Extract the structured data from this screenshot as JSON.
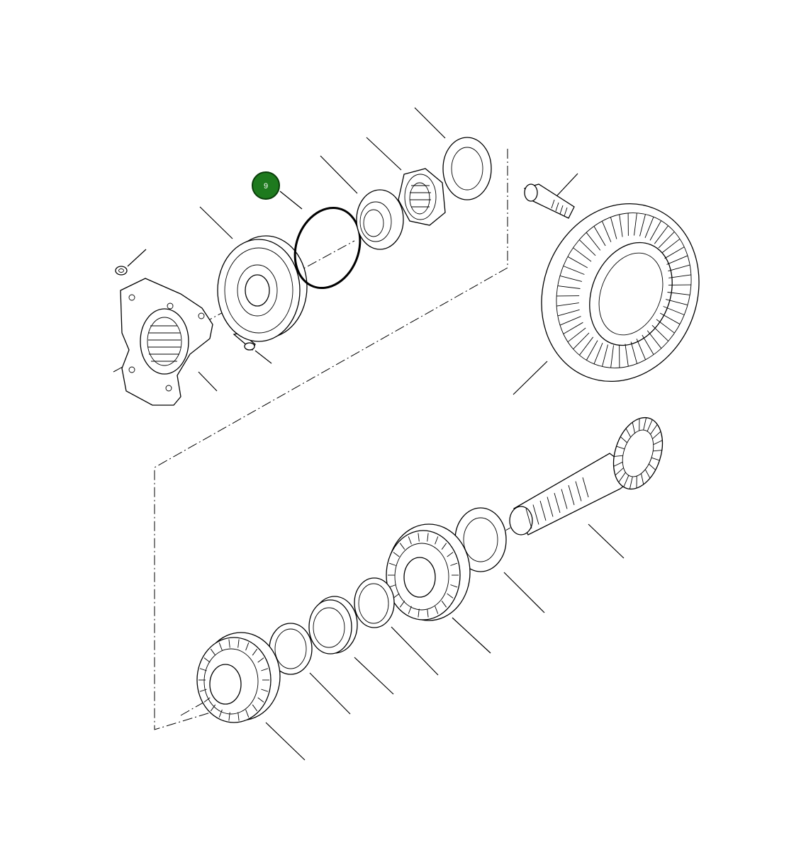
{
  "callout": {
    "label": "9",
    "fill_color": "#1e7a1e",
    "border_color": "#0a3d0a",
    "text_color": "#ffffff"
  },
  "parts": [
    {
      "name": "o-ring",
      "highlighted": true
    },
    {
      "name": "nut"
    },
    {
      "name": "flange-yoke"
    },
    {
      "name": "bolt"
    },
    {
      "name": "seal-housing"
    },
    {
      "name": "bearing-cone-upper"
    },
    {
      "name": "lock-nut"
    },
    {
      "name": "washer-upper"
    },
    {
      "name": "ring-gear-bolt"
    },
    {
      "name": "ring-gear"
    },
    {
      "name": "pinion-shaft"
    },
    {
      "name": "shim-washer"
    },
    {
      "name": "roller-bearing-large"
    },
    {
      "name": "snap-ring"
    },
    {
      "name": "bearing-cup"
    },
    {
      "name": "spacer-ring"
    },
    {
      "name": "roller-bearing-lower"
    }
  ]
}
